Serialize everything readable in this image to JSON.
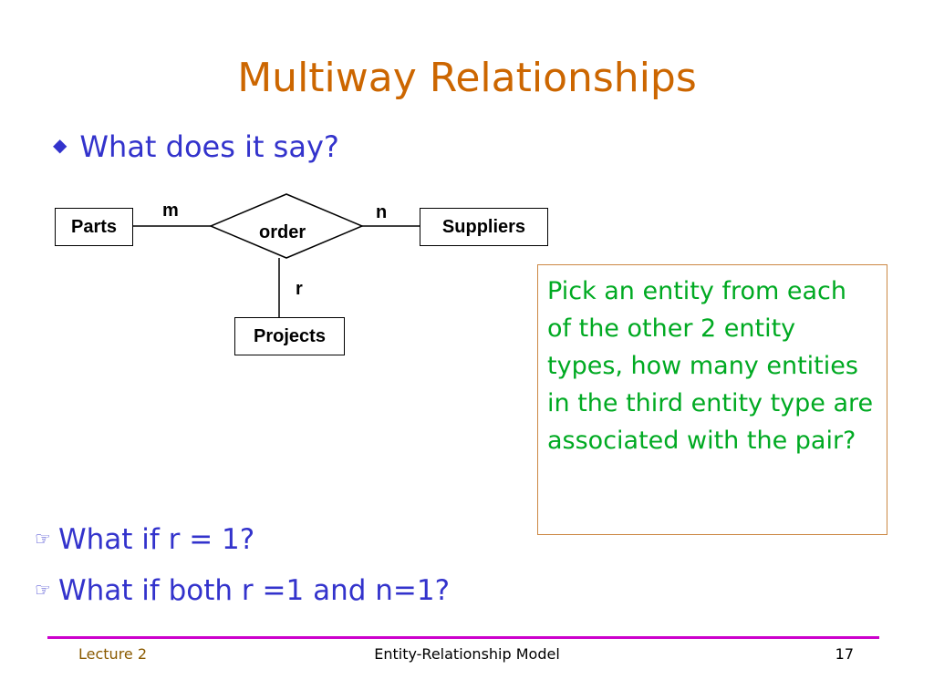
{
  "slide": {
    "title": "Multiway Relationships",
    "bullet": "What does it say?",
    "diagram": {
      "entities": {
        "parts": "Parts",
        "suppliers": "Suppliers",
        "projects": "Projects"
      },
      "relationship": "order",
      "cardinalities": {
        "parts": "m",
        "suppliers": "n",
        "projects": "r"
      }
    },
    "note": "Pick an entity from each of the other 2 entity types, how many entities in the third entity type are associated with the pair?",
    "sub_bullets": [
      "What if r = 1?",
      "What if both r =1 and n=1?"
    ],
    "footer": {
      "left": "Lecture 2",
      "center": "Entity-Relationship Model",
      "right": "17"
    },
    "colors": {
      "title": "#cc6600",
      "bullet": "#3333cc",
      "note_text": "#00aa22",
      "note_border": "#cc8844",
      "footer_rule": "#cc00cc"
    }
  }
}
